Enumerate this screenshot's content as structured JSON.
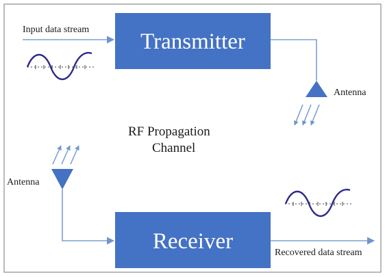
{
  "labels": {
    "input": "Input data stream",
    "transmitter": "Transmitter",
    "antenna_tx": "Antenna",
    "channel_line1": "RF Propagation",
    "channel_line2": "Channel",
    "antenna_rx": "Antenna",
    "receiver": "Receiver",
    "output": "Recovered data stream"
  },
  "colors": {
    "block_fill": "#4472c4",
    "line": "#7ba0d4",
    "wave": "#2a2a8a",
    "frame": "#8c8c8c"
  }
}
